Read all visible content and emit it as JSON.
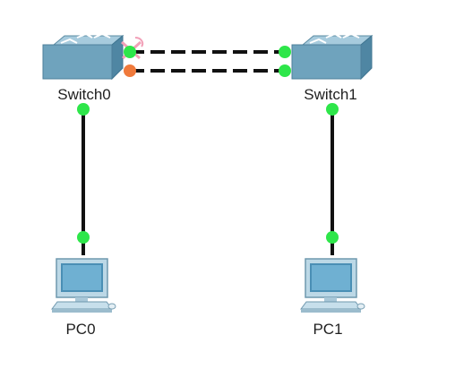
{
  "devices": {
    "switch0": {
      "label": "Switch0",
      "icon": "network-switch-icon"
    },
    "switch1": {
      "label": "Switch1",
      "icon": "network-switch-icon"
    },
    "pc0": {
      "label": "PC0",
      "icon": "desktop-pc-icon"
    },
    "pc1": {
      "label": "PC1",
      "icon": "desktop-pc-icon"
    }
  },
  "links": [
    {
      "from": "switch0",
      "to": "switch1",
      "style": "dashed",
      "status": [
        "up",
        "up"
      ]
    },
    {
      "from": "switch0",
      "to": "switch1",
      "style": "dashed",
      "status": [
        "blocking",
        "up"
      ]
    },
    {
      "from": "switch0",
      "to": "pc0",
      "style": "solid",
      "status": [
        "up",
        "up"
      ]
    },
    {
      "from": "switch1",
      "to": "pc1",
      "style": "solid",
      "status": [
        "up",
        "up"
      ]
    }
  ],
  "colors": {
    "link_up": "#2ee64a",
    "link_blocking": "#f07a3c",
    "cable": "#111111",
    "switch_body": "#6fa3bd",
    "pc_body": "#bcd8e6",
    "pc_screen": "#4a8fb5",
    "activity_marker": "#f2a0b8"
  }
}
